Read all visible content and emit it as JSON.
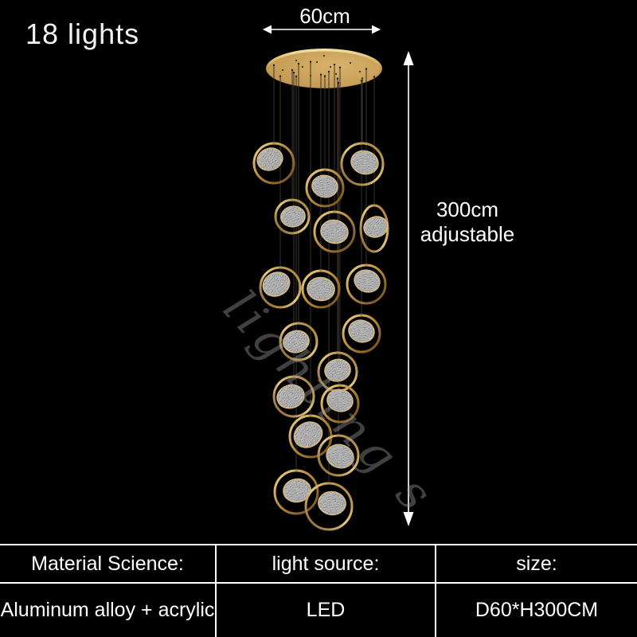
{
  "annotations": {
    "lights_count": "18 lights",
    "width_dimension": "60cm",
    "height_dimension_line1": "300cm",
    "height_dimension_line2": "adjustable",
    "watermark": "lighting s"
  },
  "spec_table": {
    "headers": [
      "Material Science:",
      "light source:",
      "size:"
    ],
    "values": [
      "Aluminum alloy + acrylic",
      "LED",
      "D60*H300CM"
    ]
  },
  "colors": {
    "background": "#000000",
    "gold": "#c89b4e",
    "gold_bright": "#f0d494",
    "gold_dark": "#7a5624",
    "crystal_gray": "#c6c6c6",
    "text": "#ffffff",
    "table_border": "#ffffff",
    "wire": "#3a332b"
  }
}
